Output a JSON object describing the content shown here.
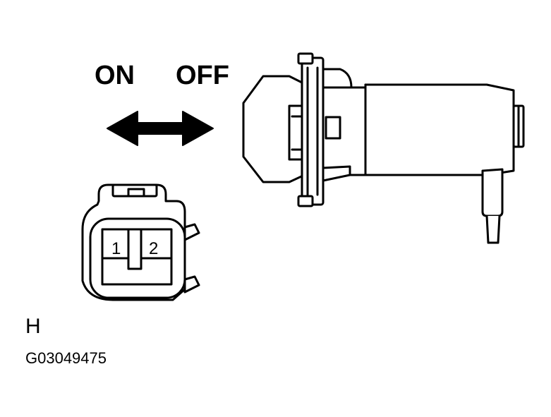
{
  "labels": {
    "on": "ON",
    "off": "OFF",
    "pin_1": "1",
    "pin_2": "2",
    "view_letter": "H",
    "figure_code": "G03049475"
  }
}
